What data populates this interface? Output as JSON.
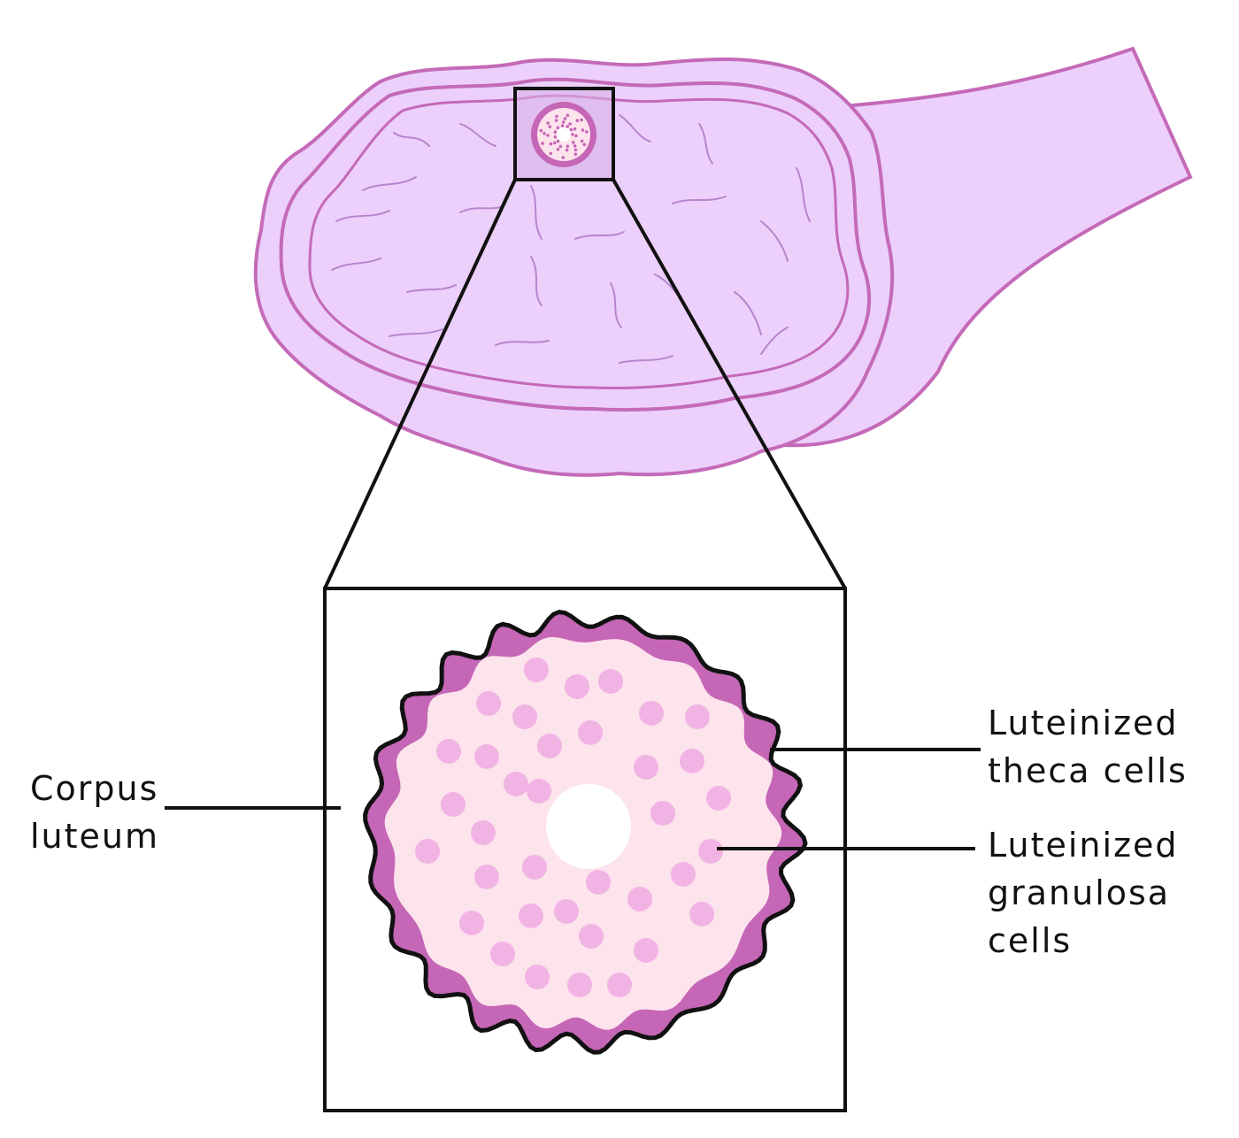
{
  "labels": {
    "corpus_luteum": [
      "Corpus",
      "luteum"
    ],
    "theca": [
      "Luteinized",
      "theca cells"
    ],
    "granulosa": [
      "Luteinized",
      "granulosa",
      "cells"
    ]
  },
  "colors": {
    "ovary_fill": "#ecd0fb",
    "ovary_stroke": "#c46ab8",
    "ovary_texture": "#b885cc",
    "theca_rim": "#c566b6",
    "granulosa_fill": "#fde3ec",
    "cell_dot": "#f1b3e4",
    "center": "#ffffff",
    "line": "#111111"
  }
}
